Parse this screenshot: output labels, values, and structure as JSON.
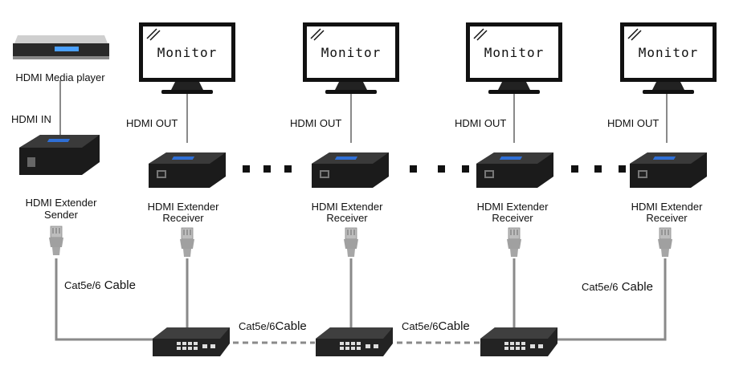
{
  "media_player": {
    "label": "HDMI Media player",
    "port_label": "HDMI IN"
  },
  "sender": {
    "line1": "HDMI Extender",
    "line2": "Sender"
  },
  "monitors": [
    {
      "label": "Monitor",
      "port_label": "HDMI OUT",
      "rx_line1": "HDMI Extender",
      "rx_line2": "Receiver"
    },
    {
      "label": "Monitor",
      "port_label": "HDMI OUT",
      "rx_line1": "HDMI Extender",
      "rx_line2": "Receiver"
    },
    {
      "label": "Monitor",
      "port_label": "HDMI OUT",
      "rx_line1": "HDMI Extender",
      "rx_line2": "Receiver"
    },
    {
      "label": "Monitor",
      "port_label": "HDMI OUT",
      "rx_line1": "HDMI Extender",
      "rx_line2": "Receiver"
    }
  ],
  "cables": {
    "left_prefix": "Cat5e/6",
    "left_suffix": " Cable",
    "mid1_prefix": "Cat5e/6",
    "mid1_suffix": "Cable",
    "mid2_prefix": "Cat5e/6",
    "mid2_suffix": "Cable",
    "right_prefix": "Cat5e/6",
    "right_suffix": " Cable"
  },
  "colors": {
    "device": "#1c1c1c",
    "cable": "#8a8a8a",
    "plug": "#a8a8a8",
    "screen_frame": "#111111"
  }
}
